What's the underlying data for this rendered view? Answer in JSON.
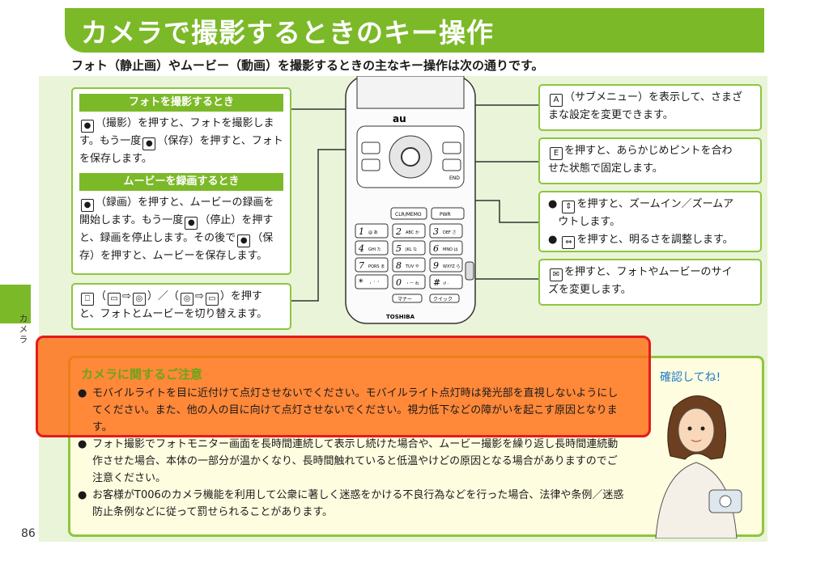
{
  "header": {
    "title": "カメラで撮影するときのキー操作"
  },
  "intro": "フォト（静止画）やムービー（動画）を撮影するときの主なキー操作は次の通りです。",
  "photo_box": {
    "header": "フォトを撮影するとき",
    "lines": [
      "（撮影）を押すと、フォトを撮影しま",
      "す。もう一度",
      "（保存）を押すと、フォト",
      "を保存します。"
    ]
  },
  "movie_box": {
    "header": "ムービーを録画するとき",
    "lines": [
      "（録画）を押すと、ムービーの録画を",
      "開始します。もう一度",
      "（停止）を押す",
      "と、録画を停止します。その後で",
      "（保",
      "存）を押すと、ムービーを保存します。"
    ]
  },
  "switch_box": {
    "lines": [
      "（",
      "⇨",
      "）／（",
      "⇨",
      "）を押す",
      "と、フォトとムービーを切り替えます。"
    ]
  },
  "submenu_box": {
    "lines": [
      "（サブメニュー）を表示して、さまざ",
      "まな設定を変更できます。"
    ]
  },
  "focus_box": {
    "lines": [
      "を押すと、あらかじめピントを合わ",
      "せた状態で固定します。"
    ]
  },
  "zoom_box": {
    "items": [
      "を押すと、ズームイン／ズームア",
      "ウトします。",
      "を押すと、明るさを調整します。"
    ]
  },
  "size_box": {
    "lines": [
      "を押すと、フォトやムービーのサイ",
      "ズを変更します。"
    ]
  },
  "phone": {
    "brand": "au",
    "maker": "TOSHIBA",
    "clr": "CLR/MEMO",
    "pwr": "PWR",
    "end": "END",
    "sub": "マナー",
    "quick": "クイック",
    "keys": [
      [
        "1",
        "2",
        "3"
      ],
      [
        "4",
        "5",
        "6"
      ],
      [
        "7",
        "8",
        "9"
      ],
      [
        "*",
        "0",
        "#"
      ]
    ],
    "key_subs": [
      [
        "@ あ",
        "ABC か",
        "DEF さ"
      ],
      [
        "GHI た",
        "JKL な",
        "MNO は"
      ],
      [
        "PQRS ま",
        "TUV や",
        "WXYZ ら"
      ],
      [
        "・ ゛゜",
        "・ー わ",
        "↺ ·"
      ]
    ]
  },
  "side": {
    "label": "カメラ"
  },
  "caution": {
    "title": "カメラに関するご注意",
    "items": [
      "モバイルライトを目に近付けて点灯させないでください。モバイルライト点灯時は発光部を直視しないようにしてください。また、他の人の目に向けて点灯させないでください。視力低下などの障がいを起こす原因となります。",
      "フォト撮影でフォトモニター画面を長時間連続して表示し続けた場合や、ムービー撮影を繰り返し長時間連続動作させた場合、本体の一部分が温かくなり、長時間触れていると低温やけどの原因となる場合がありますのでご注意ください。",
      "お客様がT006のカメラ機能を利用して公衆に著しく迷惑をかける不良行為などを行った場合、法律や条例／迷惑防止条例などに従って罰せられることがあります。"
    ],
    "bullet": "●",
    "confirm": "確認してね!"
  },
  "page_number": "86",
  "colors": {
    "accent": "#7cb928",
    "panel": "#eaf4d8",
    "highlight": "#ff6e14",
    "outline": "#e41b1b"
  }
}
